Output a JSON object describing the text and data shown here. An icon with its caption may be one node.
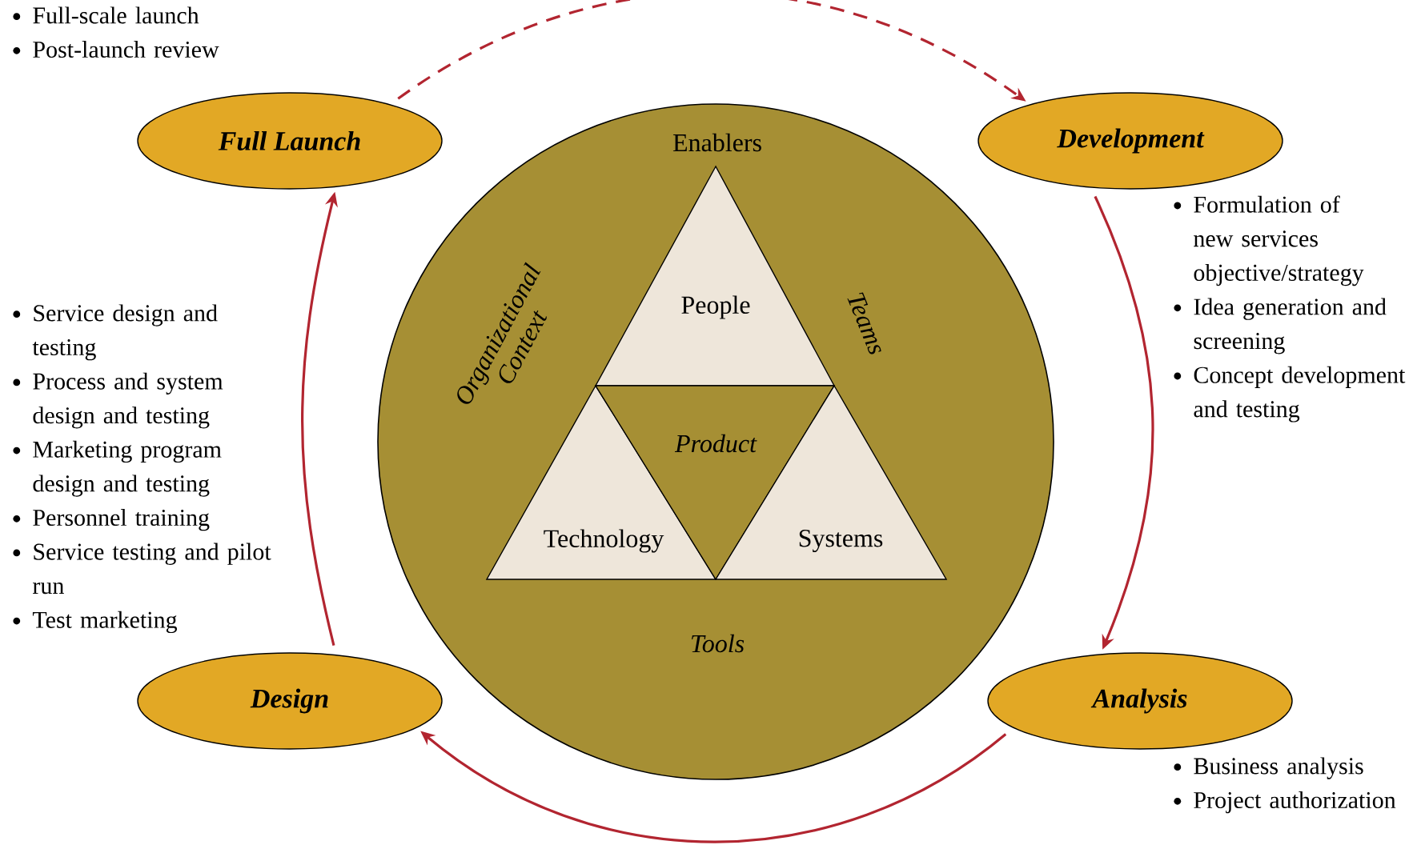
{
  "diagram": {
    "nodes": [
      {
        "text": [
          "Full Launch"
        ],
        "beside": [
          "Full-scale launch",
          "Post-launch review"
        ]
      },
      {
        "text": [
          "Development"
        ],
        "beside": [
          "Formulation of new services objective/strategy",
          "Idea generation and screening",
          "Concept development and testing"
        ]
      },
      {
        "text": [
          "Analysis"
        ],
        "beside": [
          "Business analysis",
          "Project authorization"
        ]
      },
      {
        "text": [
          "Design"
        ],
        "beside": [
          "Service design and testing",
          "Process and system design and testing",
          "Marketing program design and testing",
          "Personnel training",
          "Service testing and pilot run",
          "Test marketing"
        ]
      },
      {
        "text": [
          "Enablers",
          "Organizational Context",
          "Teams",
          "Tools"
        ]
      },
      {
        "text": [
          "People"
        ],
        "in": 4
      },
      {
        "text": [
          "Technology"
        ],
        "in": 4
      },
      {
        "text": [
          "Product"
        ],
        "in": 4
      },
      {
        "text": [
          "Systems"
        ],
        "in": 4
      }
    ],
    "edges": [
      {
        "from": 0,
        "to": 1,
        "arrow": "to",
        "style": "dashed"
      },
      {
        "from": 1,
        "to": 2,
        "arrow": "to"
      },
      {
        "from": 2,
        "to": 3,
        "arrow": "to"
      },
      {
        "from": 3,
        "to": 0,
        "arrow": "to"
      }
    ]
  }
}
